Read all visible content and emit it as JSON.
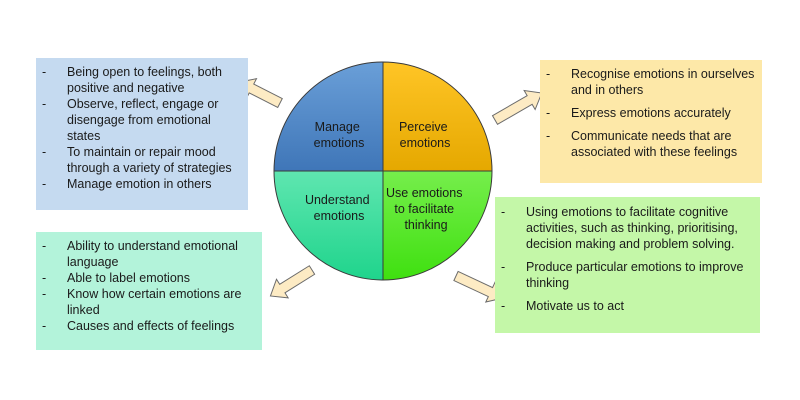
{
  "quadrants": {
    "manage": {
      "lines": [
        "Manage",
        "emotions"
      ],
      "color": "#4f86c6"
    },
    "perceive": {
      "lines": [
        "Perceive",
        "emotions"
      ],
      "color": "#f5b40a"
    },
    "understand": {
      "lines": [
        "Understand",
        "emotions"
      ],
      "color": "#33d89a"
    },
    "use": {
      "lines": [
        "Use emotions",
        "to facilitate",
        "thinking"
      ],
      "color": "#55e627"
    }
  },
  "boxes": {
    "manage": {
      "color": "#c5daf0",
      "items": [
        "Being open to feelings, both positive and negative",
        "Observe, reflect, engage or disengage from emotional states",
        "To maintain or repair mood through a variety of strategies",
        "Manage emotion in others"
      ]
    },
    "perceive": {
      "color": "#fde8a8",
      "items": [
        "Recognise emotions in ourselves and in others",
        "Express emotions accurately",
        "Communicate needs that are associated with these feelings"
      ]
    },
    "understand": {
      "color": "#b3f3da",
      "items": [
        "Ability to understand emotional language",
        "Able to label emotions",
        "Know how certain emotions are linked",
        "Causes and effects of feelings"
      ]
    },
    "use": {
      "color": "#c4f7a8",
      "items": [
        "Using emotions to facilitate cognitive activities, such as thinking, prioritising, decision making and problem solving.",
        "Produce particular emotions to improve thinking",
        "Motivate us to act"
      ]
    }
  },
  "arrows": {
    "fill": "#fdebc4",
    "stroke": "#6b6b6b"
  }
}
